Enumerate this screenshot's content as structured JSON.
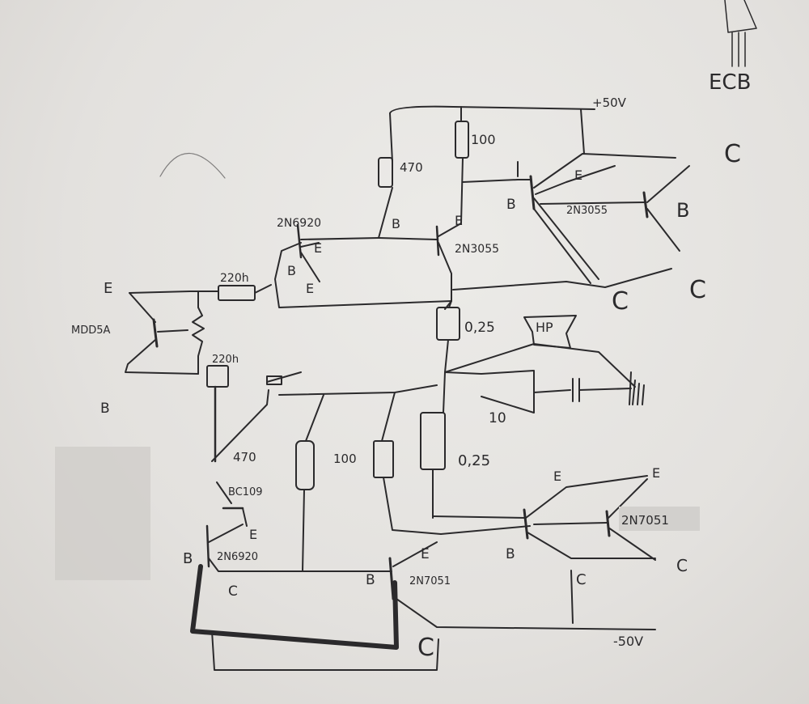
{
  "labels": {
    "supply_pos": "+50V",
    "supply_neg": "-50V",
    "r_100_top": "100",
    "r_470_top": "470",
    "q_top_driver": "2N6920",
    "q_top_mid": "2N3055",
    "q_top_out": "2N3055",
    "r_220_left": "220h",
    "r_220_lower": "220h",
    "q_left": "MDD5A",
    "r_470_mid": "470",
    "r_100_mid": "100",
    "r_025_top": "0,25",
    "r_025_bot": "0,25",
    "speaker": "HP",
    "r_10": "10",
    "q_bc109": "BC109",
    "q_bottom_driver": "2N6920",
    "q_bottom_mid": "2N7051",
    "q_bottom_out": "2N7051",
    "pin_E": "E",
    "pin_B": "B",
    "pin_C": "C",
    "pinout_ECB": "ECB"
  }
}
